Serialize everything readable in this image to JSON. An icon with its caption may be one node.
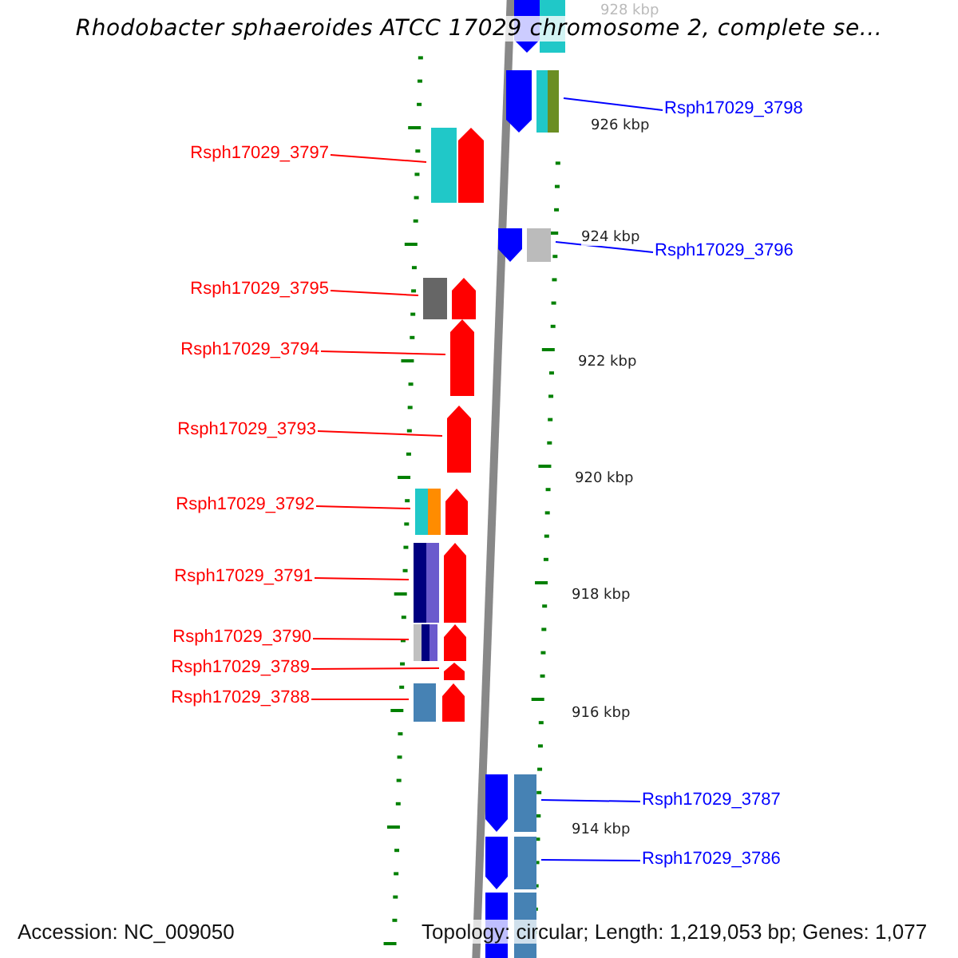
{
  "diagram": {
    "title": "Rhodobacter sphaeroides ATCC 17029 chromosome 2, complete se...",
    "nodes": [
      {
        "text": [
          "Rsph17029_3798"
        ]
      },
      {
        "text": [],
        "shape": "arrow"
      },
      {
        "text": [
          "Rsph17029_3797"
        ]
      },
      {
        "text": [],
        "shape": "arrow"
      },
      {
        "text": [
          "Rsph17029_3796"
        ]
      },
      {
        "text": [],
        "shape": "arrow"
      },
      {
        "text": [
          "Rsph17029_3795"
        ]
      },
      {
        "text": [],
        "shape": "arrow"
      },
      {
        "text": [
          "Rsph17029_3794"
        ]
      },
      {
        "text": [],
        "shape": "arrow"
      },
      {
        "text": [
          "Rsph17029_3793"
        ]
      },
      {
        "text": [],
        "shape": "arrow"
      },
      {
        "text": [
          "Rsph17029_3792"
        ]
      },
      {
        "text": [],
        "shape": "arrow"
      },
      {
        "text": [
          "Rsph17029_3791"
        ]
      },
      {
        "text": [],
        "shape": "arrow"
      },
      {
        "text": [
          "Rsph17029_3790"
        ]
      },
      {
        "text": [],
        "shape": "arrow"
      },
      {
        "text": [
          "Rsph17029_3789"
        ]
      },
      {
        "text": [],
        "shape": "arrow"
      },
      {
        "text": [
          "Rsph17029_3788"
        ]
      },
      {
        "text": [],
        "shape": "arrow"
      },
      {
        "text": [
          "Rsph17029_3787"
        ]
      },
      {
        "text": [],
        "shape": "arrow"
      },
      {
        "text": [
          "Rsph17029_3786"
        ]
      },
      {
        "text": [],
        "shape": "arrow"
      }
    ],
    "edges": [
      {
        "from": 0,
        "to": 1,
        "arrow": "none",
        "color": "#0000ff"
      },
      {
        "from": 2,
        "to": 3,
        "arrow": "none"
      },
      {
        "from": 4,
        "to": 5,
        "arrow": "none",
        "color": "#0000ff"
      },
      {
        "from": 6,
        "to": 7,
        "arrow": "none"
      },
      {
        "from": 8,
        "to": 9,
        "arrow": "none"
      },
      {
        "from": 10,
        "to": 11,
        "arrow": "none"
      },
      {
        "from": 12,
        "to": 13,
        "arrow": "none"
      },
      {
        "from": 14,
        "to": 15,
        "arrow": "none"
      },
      {
        "from": 16,
        "to": 17,
        "arrow": "none"
      },
      {
        "from": 18,
        "to": 19,
        "arrow": "none"
      },
      {
        "from": 20,
        "to": 21,
        "arrow": "none"
      },
      {
        "from": 22,
        "to": 23,
        "arrow": "none",
        "color": "#0000ff"
      },
      {
        "from": 24,
        "to": 25,
        "arrow": "none",
        "color": "#0000ff"
      }
    ],
    "labels": [
      "928 kbp",
      "926 kbp",
      "924 kbp",
      "922 kbp",
      "920 kbp",
      "918 kbp",
      "916 kbp",
      "914 kbp",
      "Accession: NC_009050",
      "Topology: circular; Length: 1,219,053 bp; Genes: 1,077"
    ]
  }
}
